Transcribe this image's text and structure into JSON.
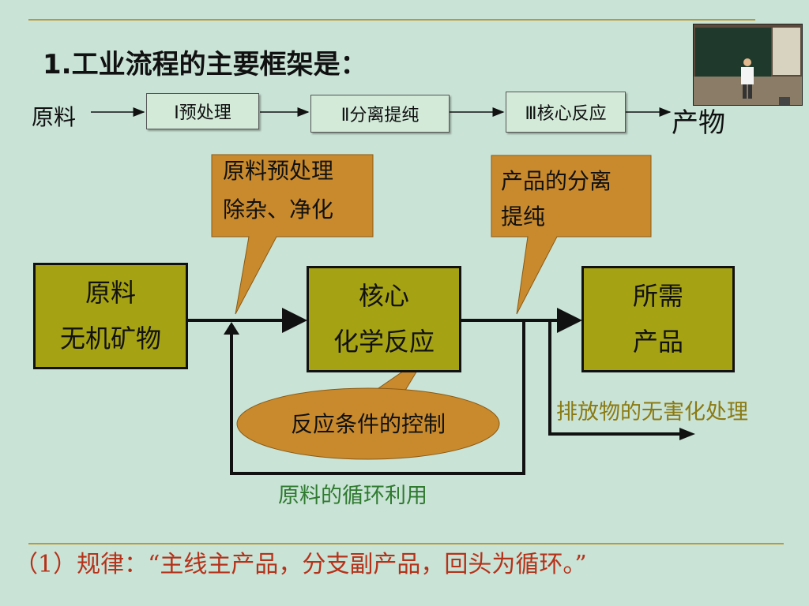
{
  "title": "1.工业流程的主要框架是：",
  "flow": {
    "start": "原料",
    "steps": [
      "Ⅰ预处理",
      "Ⅱ分离提纯",
      "Ⅲ核心反应"
    ],
    "end": "产物"
  },
  "boxes": {
    "raw": {
      "line1": "原料",
      "line2": "无机矿物"
    },
    "core": {
      "line1": "核心",
      "line2": "化学反应"
    },
    "product": {
      "line1": "所需",
      "line2": "产品"
    }
  },
  "callouts": {
    "pretreat": {
      "line1": "原料预处理",
      "line2": "除杂、净化"
    },
    "separate": {
      "line1": "产品的分离",
      "line2": "提纯"
    }
  },
  "ellipse_label": "反应条件的控制",
  "discharge_label": "排放物的无害化处理",
  "recycle_label": "原料的循环利用",
  "rule": "（1）规律：“主线主产品，分支副产品，回头为循环。”",
  "colors": {
    "background": "#c9e3d6",
    "box_fill": "#a5a214",
    "callout_fill": "#c98a2e",
    "ellipse_fill": "#c98a2e",
    "rule_text": "#b5321a",
    "recycle_text": "#2f7a2f",
    "discharge_text": "#8a7a12"
  }
}
